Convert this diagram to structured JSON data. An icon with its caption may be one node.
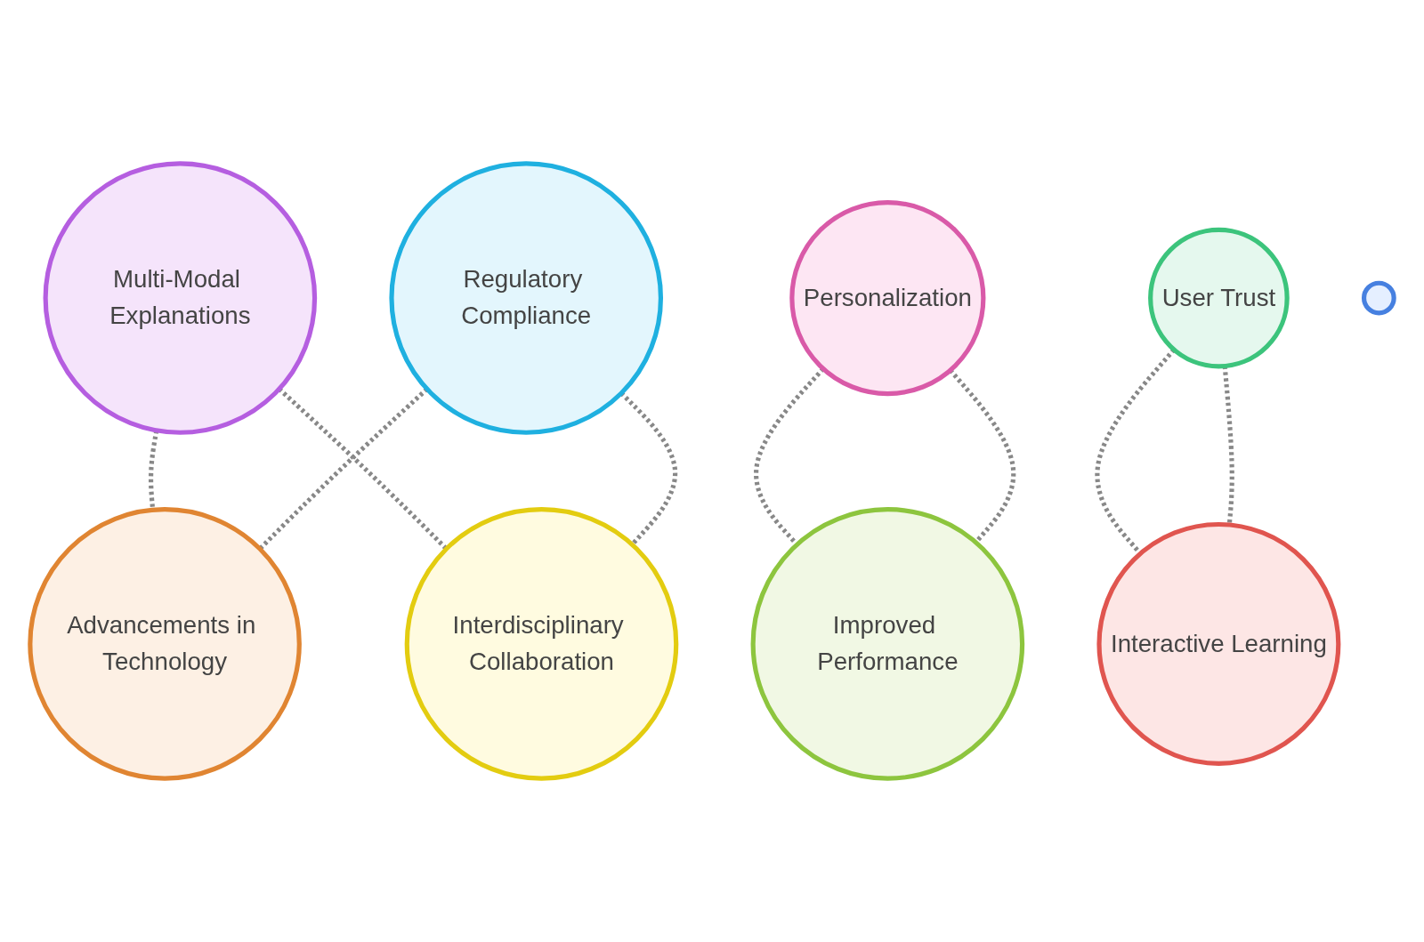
{
  "diagram": {
    "nodes": [
      {
        "text": [
          "Multi-Modal Explanations"
        ]
      },
      {
        "text": [
          "Regulatory Compliance"
        ]
      },
      {
        "text": [
          "Personalization"
        ]
      },
      {
        "text": [
          "User Trust"
        ]
      },
      {
        "text": [],
        "shape": "circle"
      },
      {
        "text": [
          "Interactive Learning"
        ]
      },
      {
        "text": [
          "Improved Performance"
        ]
      },
      {
        "text": [
          "Advancements in Technology"
        ]
      },
      {
        "text": [
          "Interdisciplinary Collaboration"
        ]
      }
    ],
    "edges": [
      {
        "from": 0,
        "to": 7,
        "arrow": "none",
        "style": "dashed"
      },
      {
        "from": 0,
        "to": 8,
        "arrow": "none",
        "style": "dashed"
      },
      {
        "from": 1,
        "to": 7,
        "arrow": "none",
        "style": "dashed"
      },
      {
        "from": 1,
        "to": 8,
        "arrow": "none",
        "style": "dashed"
      },
      {
        "from": 2,
        "to": 6,
        "arrow": "none",
        "style": "dashed"
      },
      {
        "from": 3,
        "to": 5,
        "arrow": "none",
        "style": "dashed"
      },
      {
        "from": 2,
        "to": 6,
        "arrow": "none",
        "style": "dashed"
      },
      {
        "from": 3,
        "to": 5,
        "arrow": "none",
        "style": "dashed"
      }
    ]
  }
}
